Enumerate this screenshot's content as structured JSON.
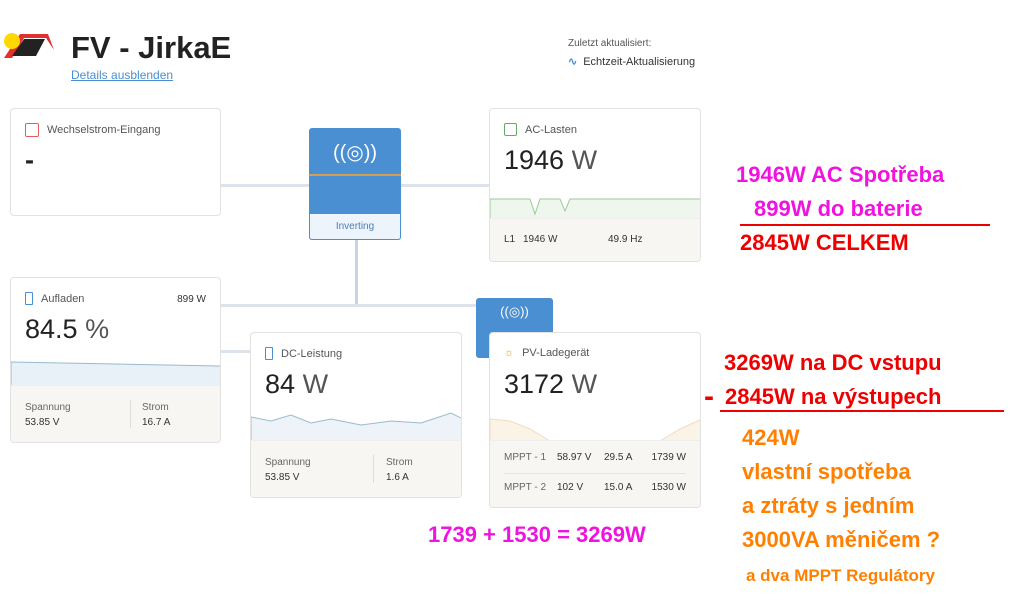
{
  "header": {
    "title": "FV - JirkaE",
    "details_link": "Details ausblenden",
    "updated_label": "Zuletzt aktualisiert:",
    "realtime": "Echtzeit-Aktualisierung"
  },
  "ac_input": {
    "title": "Wechselstrom-Eingang",
    "value": "-"
  },
  "inverter": {
    "status": "Inverting"
  },
  "ac_loads": {
    "title": "AC-Lasten",
    "value": "1946",
    "unit": "W",
    "phase": "L1",
    "phase_power": "1946 W",
    "frequency": "49.9 Hz"
  },
  "battery": {
    "title": "Aufladen",
    "power": "899 W",
    "value": "84.5",
    "unit": "%",
    "voltage_label": "Spannung",
    "voltage": "53.85 V",
    "current_label": "Strom",
    "current": "16.7 A"
  },
  "dc_power": {
    "title": "DC-Leistung",
    "value": "84",
    "unit": "W",
    "voltage_label": "Spannung",
    "voltage": "53.85 V",
    "current_label": "Strom",
    "current": "1.6 A"
  },
  "pv_charger": {
    "title": "PV-Ladegerät",
    "value": "3172",
    "unit": "W",
    "rows": [
      {
        "name": "MPPT - 1",
        "voltage": "58.97 V",
        "current": "29.5 A",
        "power": "1739 W"
      },
      {
        "name": "MPPT - 2",
        "voltage": "102 V",
        "current": "15.0 A",
        "power": "1530 W"
      }
    ]
  },
  "annotations": {
    "a1": "1946W AC Spotřeba",
    "a2": "899W do baterie",
    "a3": "2845W CELKEM",
    "a4": "3269W na DC vstupu",
    "a5_minus": "-",
    "a5": "2845W na výstupech",
    "a6": "424W",
    "a7": "vlastní spotřeba",
    "a8": "a ztráty s jedním",
    "a9": "3000VA měničem ?",
    "a10": "a dva MPPT Regulátory",
    "a11": "1739 + 1530 = 3269W"
  }
}
